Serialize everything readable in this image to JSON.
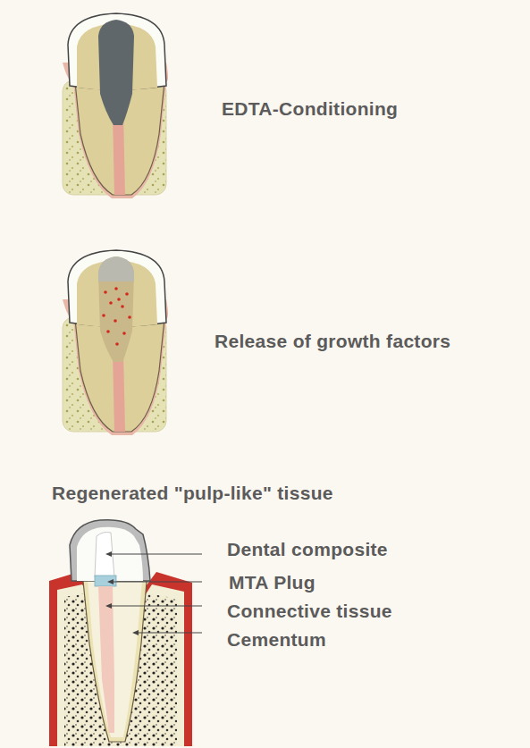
{
  "diagram": {
    "labels": [
      "EDTA-Conditioning",
      "Release of growth factors",
      "Regenerated \"pulp-like\" tissue",
      "Dental composite",
      "MTA Plug",
      "Connective tissue",
      "Cementum"
    ]
  }
}
